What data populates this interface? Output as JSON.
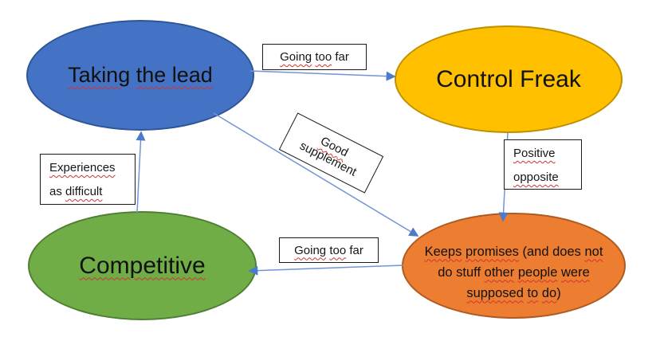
{
  "diagram": {
    "kind": "relationship-map",
    "colors": {
      "arrow": "#7394d6",
      "arrowhead": "#4d7bc9",
      "squiggle": "#d13434",
      "node_taking_fill": "#4472c4",
      "node_taking_border": "#2f5597",
      "node_control_fill": "#ffc000",
      "node_control_border": "#bf9000",
      "node_competitive_fill": "#70ad47",
      "node_competitive_border": "#507e32",
      "node_keeps_fill": "#ed7d31",
      "node_keeps_border": "#ae5a21",
      "label_bg": "#ffffff",
      "label_border": "#1a1a1a"
    },
    "nodes": {
      "taking": {
        "label": "Taking the lead",
        "lines": [
          {
            "parts": [
              {
                "t": "Taking",
                "m": true
              },
              {
                "t": " "
              },
              {
                "t": "the lead",
                "m": true
              }
            ]
          }
        ]
      },
      "control": {
        "label": "Control Freak",
        "lines": [
          {
            "parts": [
              {
                "t": "Control Freak"
              }
            ]
          }
        ]
      },
      "competitive": {
        "label": "Competitive",
        "lines": [
          {
            "parts": [
              {
                "t": "Competitive",
                "m": true
              }
            ]
          }
        ]
      },
      "keeps": {
        "label": "Keeps promises (and does not do stuff other people were supposed to do)",
        "lines": [
          {
            "parts": [
              {
                "t": "Keeps",
                "m": true
              },
              {
                "t": " "
              },
              {
                "t": "promises",
                "m": true
              },
              {
                "t": " (and does "
              },
              {
                "t": "not",
                "m": true
              }
            ]
          },
          {
            "parts": [
              {
                "t": "do stuff "
              },
              {
                "t": "other",
                "m": true
              },
              {
                "t": " "
              },
              {
                "t": "people",
                "m": true
              },
              {
                "t": " "
              },
              {
                "t": "were",
                "m": true
              }
            ]
          },
          {
            "parts": [
              {
                "t": "supposed",
                "m": true
              },
              {
                "t": " "
              },
              {
                "t": "to",
                "m": true
              },
              {
                "t": " "
              },
              {
                "t": "do",
                "m": true
              },
              {
                "t": ")"
              }
            ]
          }
        ]
      }
    },
    "labels": {
      "going_top": {
        "label": "Going too far",
        "lines": [
          {
            "parts": [
              {
                "t": "Going",
                "m": true
              },
              {
                "t": " "
              },
              {
                "t": "too",
                "m": true
              },
              {
                "t": " far"
              }
            ]
          }
        ]
      },
      "good_supplement": {
        "label": "Good supplement",
        "rotation_deg": 27,
        "lines": [
          {
            "parts": [
              {
                "t": "Good",
                "m": true
              }
            ]
          },
          {
            "parts": [
              {
                "t": "supplement"
              }
            ]
          }
        ]
      },
      "positive_opposite": {
        "label": "Positive opposite",
        "lines": [
          {
            "parts": [
              {
                "t": "Positive",
                "m": true
              }
            ]
          },
          {
            "parts": [
              {
                "t": "opposite",
                "m": true
              }
            ]
          }
        ]
      },
      "experiences": {
        "label": "Experiences as difficult",
        "lines": [
          {
            "parts": [
              {
                "t": "Experiences",
                "m": true
              }
            ]
          },
          {
            "parts": [
              {
                "t": "as "
              },
              {
                "t": "difficult",
                "m": true
              }
            ]
          }
        ]
      },
      "going_bottom": {
        "label": "Going too far",
        "lines": [
          {
            "parts": [
              {
                "t": "Going",
                "m": true
              },
              {
                "t": " "
              },
              {
                "t": "too",
                "m": true
              },
              {
                "t": " far"
              }
            ]
          }
        ]
      }
    },
    "edges": [
      {
        "from": "Taking the lead",
        "to": "Control Freak",
        "label": "Going too far"
      },
      {
        "from": "Taking the lead",
        "to": "Keeps promises (...)",
        "label": "Good supplement"
      },
      {
        "from": "Control Freak",
        "to": "Keeps promises (...)",
        "label": "Positive opposite"
      },
      {
        "from": "Keeps promises (...)",
        "to": "Competitive",
        "label": "Going too far"
      },
      {
        "from": "Competitive",
        "to": "Taking the lead",
        "label": "Experiences as difficult"
      }
    ]
  }
}
